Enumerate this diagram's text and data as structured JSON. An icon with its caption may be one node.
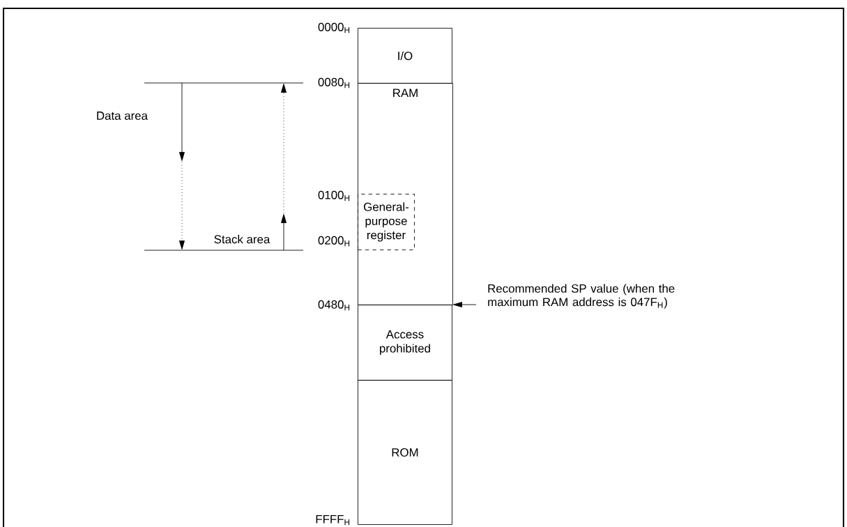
{
  "diagram": {
    "nodes": [
      {
        "text": [
          "I/O"
        ]
      },
      {
        "text": [
          "RAM"
        ]
      },
      {
        "text": [
          "General-purpose register"
        ],
        "in": 1
      },
      {
        "text": [
          "Access prohibited"
        ]
      },
      {
        "text": [
          "ROM"
        ]
      },
      {
        "text": [
          "Recommended SP value (when the maximum RAM address is 047F$_{H}$)"
        ]
      }
    ],
    "edges": [
      {
        "from": 5,
        "to": 3,
        "arrow": "to"
      }
    ],
    "labels": [
      "0000$_{H}$",
      "0080$_{H}$",
      "Data area",
      "0100$_{H}$",
      "Stack area",
      "0200$_{H}$",
      "0480$_{H}$",
      "FFFF$_{H}$"
    ]
  }
}
